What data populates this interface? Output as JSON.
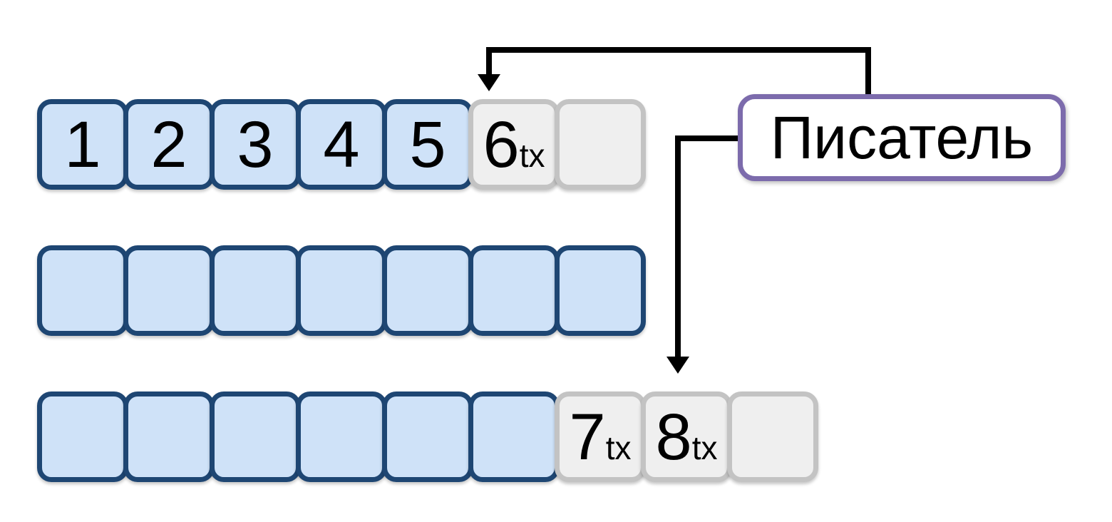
{
  "writer": {
    "label": "Писатель"
  },
  "buffer": {
    "rows": [
      {
        "id": "row-1",
        "cells": [
          {
            "main": "1",
            "sub": "",
            "state": "filled"
          },
          {
            "main": "2",
            "sub": "",
            "state": "filled"
          },
          {
            "main": "3",
            "sub": "",
            "state": "filled"
          },
          {
            "main": "4",
            "sub": "",
            "state": "filled"
          },
          {
            "main": "5",
            "sub": "",
            "state": "filled"
          },
          {
            "main": "6",
            "sub": "tx",
            "state": "free"
          },
          {
            "main": "",
            "sub": "",
            "state": "free"
          }
        ]
      },
      {
        "id": "row-2",
        "cells": [
          {
            "main": "",
            "sub": "",
            "state": "filled"
          },
          {
            "main": "",
            "sub": "",
            "state": "filled"
          },
          {
            "main": "",
            "sub": "",
            "state": "filled"
          },
          {
            "main": "",
            "sub": "",
            "state": "filled"
          },
          {
            "main": "",
            "sub": "",
            "state": "filled"
          },
          {
            "main": "",
            "sub": "",
            "state": "filled"
          },
          {
            "main": "",
            "sub": "",
            "state": "filled"
          }
        ]
      },
      {
        "id": "row-3",
        "cells": [
          {
            "main": "",
            "sub": "",
            "state": "filled"
          },
          {
            "main": "",
            "sub": "",
            "state": "filled"
          },
          {
            "main": "",
            "sub": "",
            "state": "filled"
          },
          {
            "main": "",
            "sub": "",
            "state": "filled"
          },
          {
            "main": "",
            "sub": "",
            "state": "filled"
          },
          {
            "main": "",
            "sub": "",
            "state": "filled"
          },
          {
            "main": "7",
            "sub": "tx",
            "state": "free"
          },
          {
            "main": "8",
            "sub": "tx",
            "state": "free"
          },
          {
            "main": "",
            "sub": "",
            "state": "free"
          }
        ]
      }
    ]
  },
  "colors": {
    "background": "#ffffff",
    "cell_filled_bg": "#cfe2f8",
    "cell_filled_border": "#1e4673",
    "cell_free_bg": "#efefef",
    "cell_free_border": "#c3c3c3",
    "writer_border": "#7c6bac",
    "arrow": "#000000"
  }
}
